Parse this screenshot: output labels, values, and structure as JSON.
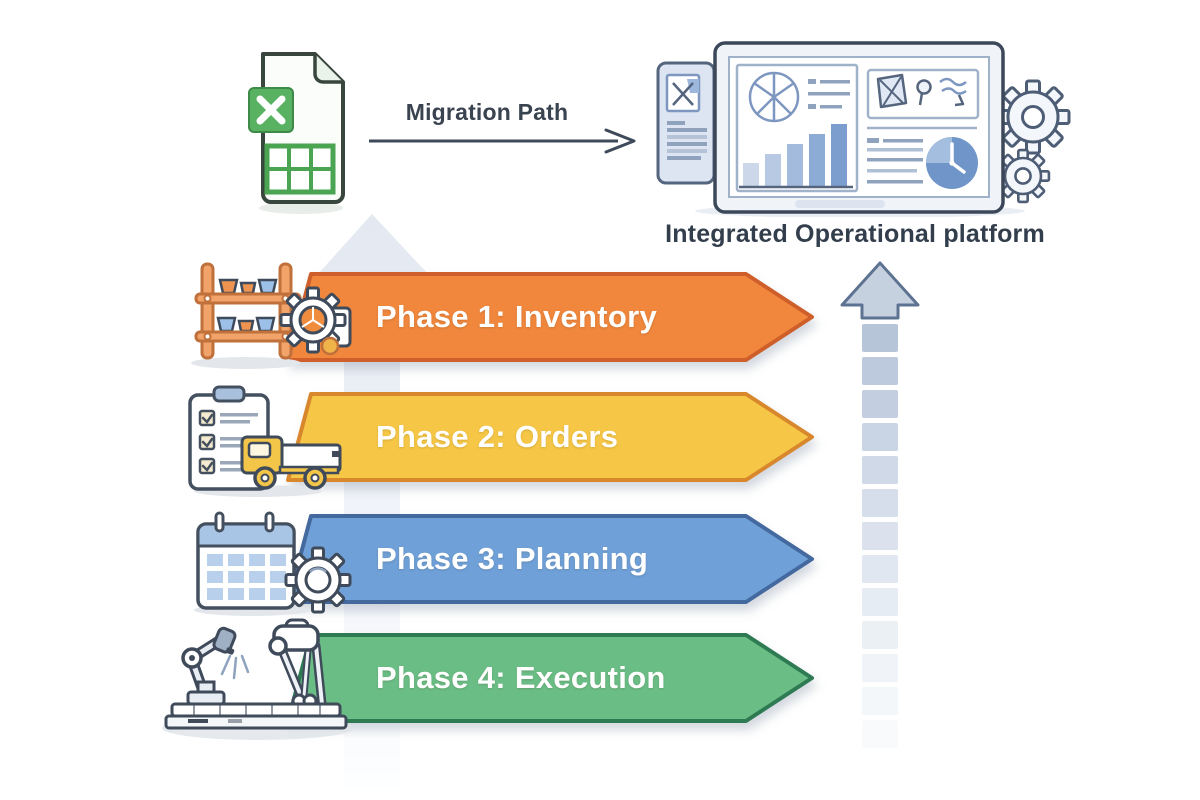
{
  "diagram": {
    "migration": {
      "label": "Migration Path"
    },
    "platform": {
      "caption": "Integrated Operational platform"
    },
    "phases": [
      {
        "label": "Phase 1: Inventory",
        "fill": "#F0873D",
        "border": "#CE5F2A",
        "icon": "warehouse-shelf-icon"
      },
      {
        "label": "Phase 2: Orders",
        "fill": "#F6C746",
        "border": "#D8872C",
        "icon": "clipboard-truck-icon"
      },
      {
        "label": "Phase 3: Planning",
        "fill": "#6FA0D8",
        "border": "#44699F",
        "icon": "calendar-gear-icon"
      },
      {
        "label": "Phase 4: Execution",
        "fill": "#6BBD86",
        "border": "#2E7A53",
        "icon": "robot-arm-icon"
      }
    ],
    "icons": {
      "source": "spreadsheet-file-icon",
      "target": "dashboard-monitor-icon",
      "flow": [
        "migration-arrow-icon",
        "background-up-arrow-icon",
        "progress-up-arrow-icon"
      ],
      "dashboard_parts": [
        "tablet-icon",
        "pie-chart-icon",
        "bar-chart-icon",
        "kpi-box-icon",
        "clock-icon",
        "gear-icon"
      ]
    },
    "colors": {
      "text_dark": "#3a4450",
      "banner_text": "#ffffff"
    }
  }
}
